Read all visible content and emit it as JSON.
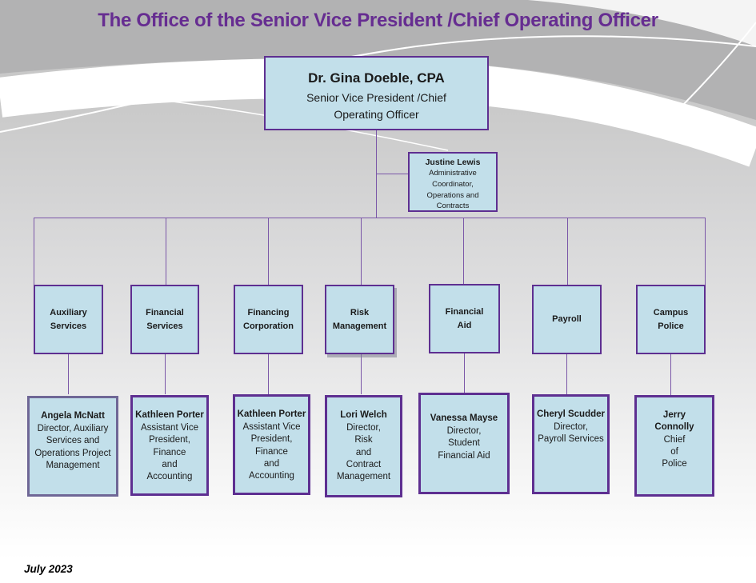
{
  "slide": {
    "title": "The Office of the Senior Vice President /Chief Operating Officer",
    "footer_date": "July 2023"
  },
  "colors": {
    "title_purple": "#662d91",
    "box_fill": "#c2dfea",
    "box_border_purple": "#5e2f91",
    "muted_border": "#6f6796",
    "connector_purple": "#7b57a8"
  },
  "org": {
    "root": {
      "name": "Dr. Gina Doeble, CPA",
      "role": "Senior Vice President /Chief\nOperating Officer"
    },
    "assistant": {
      "name": "Justine Lewis",
      "role": "Administrative\nCoordinator,\nOperations and\nContracts"
    },
    "departments": [
      {
        "label": "Auxiliary\nServices",
        "lead_name": "Angela McNatt",
        "lead_role": "Director, Auxiliary\nServices and\nOperations Project\nManagement"
      },
      {
        "label": "Financial\nServices",
        "lead_name": "Kathleen Porter",
        "lead_role": "Assistant Vice\nPresident,\nFinance\nand\nAccounting"
      },
      {
        "label": "Financing\nCorporation",
        "lead_name": "Kathleen  Porter",
        "lead_role": "Assistant Vice\nPresident,\nFinance\nand\nAccounting"
      },
      {
        "label": "Risk\nManagement",
        "lead_name": "Lori Welch",
        "lead_role": "Director,\nRisk\nand\nContract\nManagement"
      },
      {
        "label": "Financial\nAid",
        "lead_name": "Vanessa Mayse",
        "lead_role": "Director,\nStudent\nFinancial Aid"
      },
      {
        "label": "Payroll",
        "lead_name": "Cheryl  Scudder",
        "lead_role": "Director,\nPayroll Services"
      },
      {
        "label": "Campus\nPolice",
        "lead_name": "Jerry\nConnolly",
        "lead_role": "Chief\nof\nPolice"
      }
    ]
  }
}
